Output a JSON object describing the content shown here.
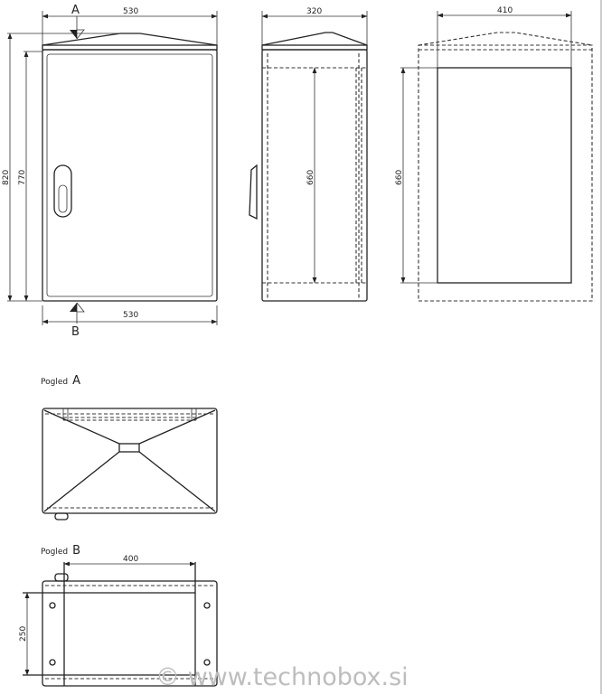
{
  "dimensions": {
    "front_width_top": "530",
    "front_width_bottom": "530",
    "front_total_height": "820",
    "front_body_height": "770",
    "side_depth": "320",
    "side_inner_height": "660",
    "rear_width": "410",
    "rear_height": "660",
    "view_b_width": "400",
    "view_b_depth": "250"
  },
  "section_markers": {
    "a": "A",
    "b": "B"
  },
  "views": {
    "view_a_label": "Pogled",
    "view_a_letter": "A",
    "view_b_label": "Pogled",
    "view_b_letter": "B"
  },
  "watermark": "© www.technobox.si"
}
